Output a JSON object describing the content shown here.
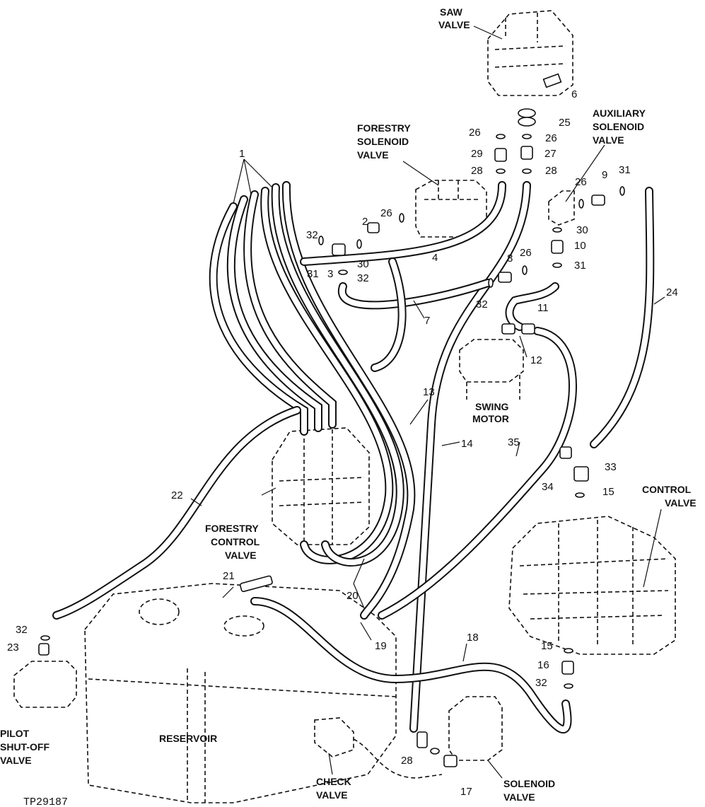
{
  "figure_id": "TP29187",
  "components": {
    "saw_valve": [
      "SAW",
      "VALVE"
    ],
    "forestry_solenoid_valve": [
      "FORESTRY",
      "SOLENOID",
      "VALVE"
    ],
    "auxiliary_solenoid_valve": [
      "AUXILIARY",
      "SOLENOID",
      "VALVE"
    ],
    "swing_motor": [
      "SWING",
      "MOTOR"
    ],
    "control_valve": [
      "CONTROL",
      "VALVE"
    ],
    "forestry_control_valve": [
      "FORESTRY",
      "CONTROL",
      "VALVE"
    ],
    "pilot_shutoff_valve": [
      "PILOT",
      "SHUT-OFF",
      "VALVE"
    ],
    "reservoir": [
      "RESERVOIR"
    ],
    "check_valve": [
      "CHECK",
      "VALVE"
    ],
    "solenoid_valve": [
      "SOLENOID",
      "VALVE"
    ]
  },
  "callouts": {
    "c1": "1",
    "c2": "2",
    "c3": "3",
    "c4": "4",
    "c6": "6",
    "c7": "7",
    "c8": "8",
    "c9": "9",
    "c10": "10",
    "c11": "11",
    "c12": "12",
    "c13": "13",
    "c14": "14",
    "c15a": "15",
    "c15b": "15",
    "c16": "16",
    "c17": "17",
    "c18": "18",
    "c19": "19",
    "c20": "20",
    "c21": "21",
    "c22": "22",
    "c23": "23",
    "c24": "24",
    "c25": "25",
    "c26a": "26",
    "c26b": "26",
    "c26c": "26",
    "c26d": "26",
    "c26e": "26",
    "c27": "27",
    "c28a": "28",
    "c28b": "28",
    "c28c": "28",
    "c29": "29",
    "c30a": "30",
    "c30b": "30",
    "c31a": "31",
    "c31b": "31",
    "c31c": "31",
    "c32a": "32",
    "c32b": "32",
    "c32c": "32",
    "c32d": "32",
    "c32e": "32",
    "c33": "33",
    "c34": "34",
    "c35": "35"
  }
}
